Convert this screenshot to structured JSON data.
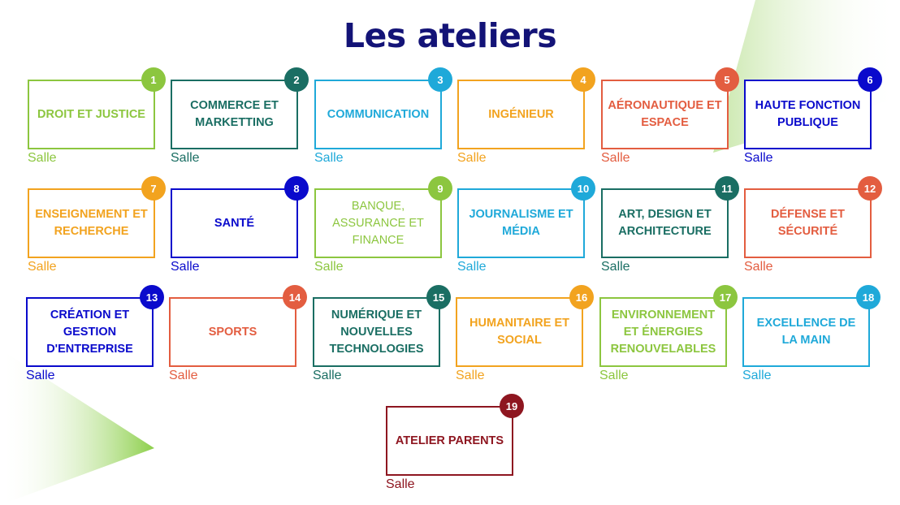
{
  "title": "Les ateliers",
  "colors": {
    "lightgreen": "#8cc63f",
    "teal": "#1a6e63",
    "cyan": "#1fa9d9",
    "orange": "#f2a31f",
    "coral": "#e35d40",
    "blue": "#0a0acc",
    "darkred": "#8e1620",
    "title": "#131377"
  },
  "workshops": [
    {
      "number": "1",
      "name": "DROIT ET JUSTICE",
      "room_label": "Salle",
      "color": "lightgreen"
    },
    {
      "number": "2",
      "name": "COMMERCE ET MARKETTING",
      "room_label": "Salle",
      "color": "teal"
    },
    {
      "number": "3",
      "name": "COMMUNICATION",
      "room_label": "Salle",
      "color": "cyan"
    },
    {
      "number": "4",
      "name": "INGÉNIEUR",
      "room_label": "Salle",
      "color": "orange"
    },
    {
      "number": "5",
      "name": "AÉRONAUTIQUE ET ESPACE",
      "room_label": "Salle",
      "color": "coral"
    },
    {
      "number": "6",
      "name": "HAUTE FONCTION PUBLIQUE",
      "room_label": "Salle",
      "color": "blue"
    },
    {
      "number": "7",
      "name": "ENSEIGNEMENT ET RECHERCHE",
      "room_label": "Salle",
      "color": "orange"
    },
    {
      "number": "8",
      "name": "SANTÉ",
      "room_label": "Salle",
      "color": "blue"
    },
    {
      "number": "9",
      "name": "BANQUE, ASSURANCE ET FINANCE",
      "room_label": "Salle",
      "color": "lightgreen"
    },
    {
      "number": "10",
      "name": "JOURNALISME ET MÉDIA",
      "room_label": "Salle",
      "color": "cyan"
    },
    {
      "number": "11",
      "name": "ART, DESIGN ET ARCHITECTURE",
      "room_label": "Salle",
      "color": "teal"
    },
    {
      "number": "12",
      "name": "DÉFENSE ET SÉCURITÉ",
      "room_label": "Salle",
      "color": "coral"
    },
    {
      "number": "13",
      "name": "CRÉATION ET GESTION D'ENTREPRISE",
      "room_label": "Salle",
      "color": "blue"
    },
    {
      "number": "14",
      "name": "SPORTS",
      "room_label": "Salle",
      "color": "coral"
    },
    {
      "number": "15",
      "name": "NUMÉRIQUE ET NOUVELLES TECHNOLOGIES",
      "room_label": "Salle",
      "color": "teal"
    },
    {
      "number": "16",
      "name": "HUMANITAIRE ET SOCIAL",
      "room_label": "Salle",
      "color": "orange"
    },
    {
      "number": "17",
      "name": "ENVIRONNEMENT ET ÉNERGIES RENOUVELABLES",
      "room_label": "Salle",
      "color": "lightgreen"
    },
    {
      "number": "18",
      "name": "EXCELLENCE DE LA MAIN",
      "room_label": "Salle",
      "color": "cyan"
    },
    {
      "number": "19",
      "name": "ATELIER PARENTS",
      "room_label": "Salle",
      "color": "darkred"
    }
  ]
}
